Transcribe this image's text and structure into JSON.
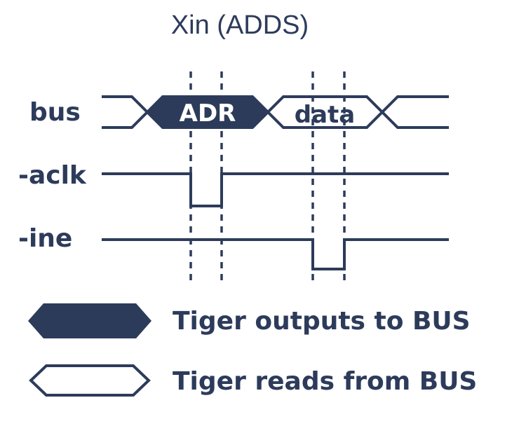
{
  "title": "Xin (ADDS)",
  "colors": {
    "ink": "#2d3b5b",
    "background": "#ffffff"
  },
  "signals": {
    "bus": {
      "label": "bus",
      "segments": [
        "ADR",
        "data"
      ]
    },
    "aclk": {
      "label": "-aclk"
    },
    "ine": {
      "label": "-ine"
    }
  },
  "legend": {
    "filled": "Tiger outputs to BUS",
    "outline": "Tiger reads from BUS"
  }
}
